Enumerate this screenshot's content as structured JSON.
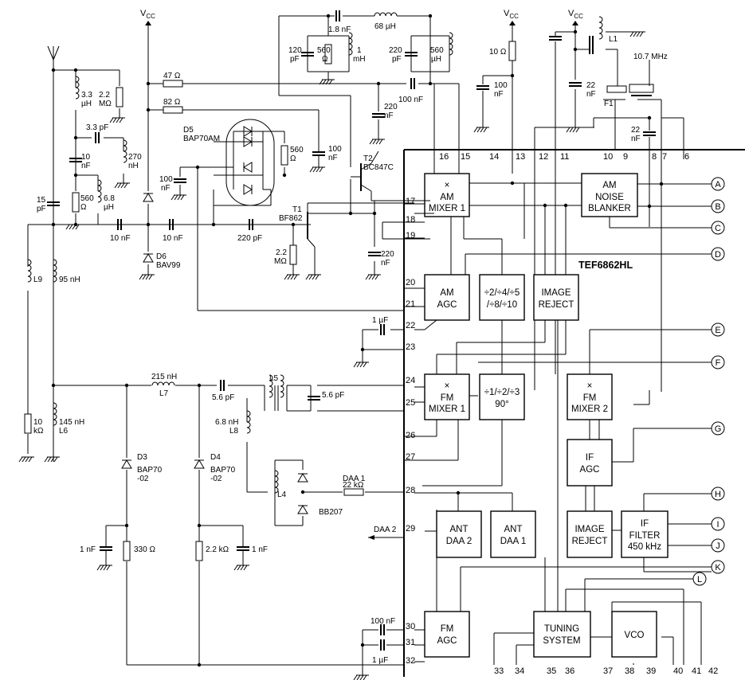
{
  "chip": {
    "name": "TEF6862HL",
    "pins_left": [
      "17",
      "18",
      "19",
      "20",
      "21",
      "22",
      "23",
      "24",
      "25",
      "26",
      "27",
      "28",
      "29",
      "30",
      "31",
      "32"
    ],
    "pins_top": [
      "16",
      "15",
      "14",
      "13",
      "12",
      "11",
      "10",
      "9",
      "8",
      "7",
      "6"
    ],
    "pins_bottom": [
      "33",
      "34",
      "35",
      "36",
      "37",
      "38",
      "39",
      "40",
      "41",
      "42"
    ]
  },
  "blocks": {
    "am_mixer": [
      "×",
      "AM",
      "MIXER 1"
    ],
    "am_noise_blanker": [
      "AM",
      "NOISE",
      "BLANKER"
    ],
    "am_agc": [
      "AM",
      "AGC"
    ],
    "am_divider": [
      "÷2/÷4/÷5",
      "/÷8/÷10"
    ],
    "image_reject_am": [
      "IMAGE",
      "REJECT"
    ],
    "fm_mixer": [
      "×",
      "FM",
      "MIXER 1"
    ],
    "fm_divider": [
      "÷1/÷2/÷3",
      "90°"
    ],
    "fm_mixer2": [
      "×",
      "FM",
      "MIXER 2"
    ],
    "if_agc": [
      "IF",
      "AGC"
    ],
    "ant_daa2": [
      "ANT",
      "DAA 2"
    ],
    "ant_daa1": [
      "ANT",
      "DAA 1"
    ],
    "image_reject_if": [
      "IMAGE",
      "REJECT"
    ],
    "if_filter": [
      "IF",
      "FILTER",
      "450 kHz"
    ],
    "fm_agc": [
      "FM",
      "AGC"
    ],
    "tuning_system": [
      "TUNING",
      "SYSTEM"
    ],
    "vco": [
      "VCO"
    ]
  },
  "connectors": [
    "A",
    "B",
    "C",
    "D",
    "E",
    "F",
    "G",
    "H",
    "I",
    "J",
    "K",
    "L"
  ],
  "signals": {
    "daa1": "DAA 1",
    "daa2": "DAA 2"
  },
  "supply": "V",
  "supply_sub": "CC",
  "components": {
    "c_1n8": "1.8 nF",
    "l_68u": "68 µH",
    "c_120p": "120",
    "c_120p_u": "pF",
    "r_560a": "560",
    "r_560a_u": "Ω",
    "l_1m": "1",
    "l_1m_u": "mH",
    "c_220p": "220",
    "c_220p_u": "pF",
    "l_560u": "560",
    "l_560u_u": "µH",
    "r_47": "47 Ω",
    "r_82": "82 Ω",
    "c_100n_a": "100 nF",
    "c_220n_a": "220",
    "c_220n_a_u": "nF",
    "t2": "T2",
    "t2_type": "BC847C",
    "d5": "D5",
    "d5_type": "BAP70AM",
    "r_560b": "560",
    "r_560b_u": "Ω",
    "c_100n_b": "100",
    "c_100n_b_u": "nF",
    "c_100n_c": "100",
    "c_100n_c_u": "nF",
    "t1": "T1",
    "t1_type": "BF862",
    "l_3u3": "3.3",
    "l_3u3_u": "µH",
    "r_2m2a": "2.2",
    "r_2m2a_u": "MΩ",
    "c_3p3": "3.3 pF",
    "c_10n_a": "10",
    "c_10n_a_u": "nF",
    "l_270n": "270",
    "l_270n_u": "nH",
    "c_15p": "15",
    "c_15p_u": "pF",
    "r_560c": "560",
    "r_560c_u": "Ω",
    "l_6u8": "6.8",
    "l_6u8_u": "µH",
    "c_10n_b": "10 nF",
    "c_10n_c": "10 nF",
    "c_220p_b": "220 pF",
    "r_2m2b": "2.2",
    "r_2m2b_u": "MΩ",
    "c_220n_b": "220",
    "c_220n_b_u": "nF",
    "d6": "D6",
    "d6_type": "BAV99",
    "l9": "L9",
    "l_95n": "95 nH",
    "r_10k": "10",
    "r_10k_u": "kΩ",
    "l_145n": "145 nH",
    "l6": "L6",
    "l_215n": "215 nH",
    "l7": "L7",
    "c_5p6a": "5.6 pF",
    "c_5p6b": "5.6 pF",
    "l5": "L5",
    "l_6n8": "6.8 nH",
    "l8": "L8",
    "d3": "D3",
    "d3_type": "BAP70",
    "d3_sub": "-02",
    "d4": "D4",
    "d4_type": "BAP70",
    "d4_sub": "-02",
    "l4": "L4",
    "bb207": "BB207",
    "r_22k": "22 kΩ",
    "c_1n_a": "1 nF",
    "r_330": "330 Ω",
    "r_2k2": "2.2 kΩ",
    "c_1n_b": "1 nF",
    "c_1u_a": "1 µF",
    "c_100n_d": "100 nF",
    "c_1u_b": "1 µF",
    "r_10": "10 Ω",
    "c_100n_e": "100",
    "c_100n_e_u": "nF",
    "l1": "L1",
    "xtal": "10.7 MHz",
    "c_22n_a": "22",
    "c_22n_a_u": "nF",
    "f1": "F1",
    "c_22n_b": "22",
    "c_22n_b_u": "nF"
  }
}
